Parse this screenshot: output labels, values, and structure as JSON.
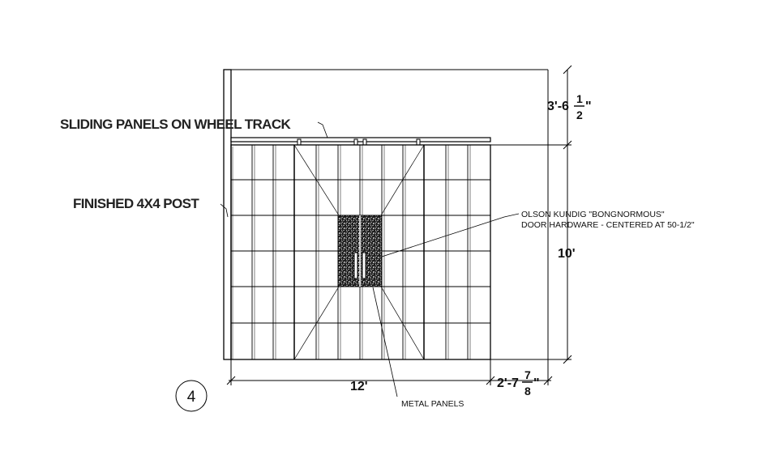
{
  "labels": {
    "sliding_panels": "SLIDING PANELS ON WHEEL TRACK",
    "finished_post": "FINISHED 4X4 POST",
    "hardware_line1": "OLSON KUNDIG \"BONGNORMOUS\"",
    "hardware_line2": "DOOR HARDWARE - CENTERED AT 50-1/2\"",
    "metal_panels": "METAL PANELS"
  },
  "dimensions": {
    "top_right": {
      "whole": "3'-6",
      "numerator": "1",
      "denominator": "2",
      "suffix": "\""
    },
    "height": "10'",
    "width": "12'",
    "bottom_right": {
      "whole": "2'-7",
      "numerator": "7",
      "denominator": "8",
      "suffix": "\""
    }
  },
  "detail_number": "4",
  "colors": {
    "line": "#000000",
    "text": "#111111",
    "background": "#ffffff"
  }
}
